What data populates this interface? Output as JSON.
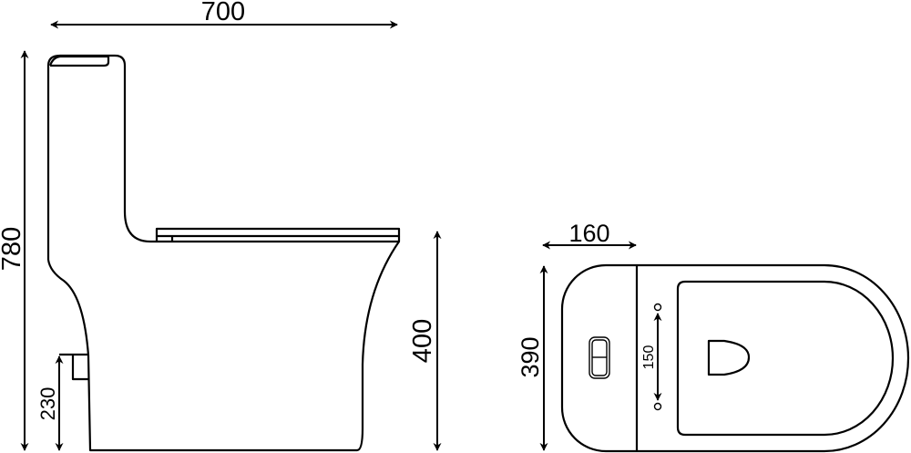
{
  "side_view": {
    "width_label": "700",
    "height_label": "780",
    "outlet_height_label": "230",
    "seat_height_label": "400"
  },
  "top_view": {
    "tank_depth_label": "160",
    "width_label": "390",
    "bolt_spacing_label": "150"
  },
  "colors": {
    "line": "#000000",
    "background": "#ffffff"
  }
}
